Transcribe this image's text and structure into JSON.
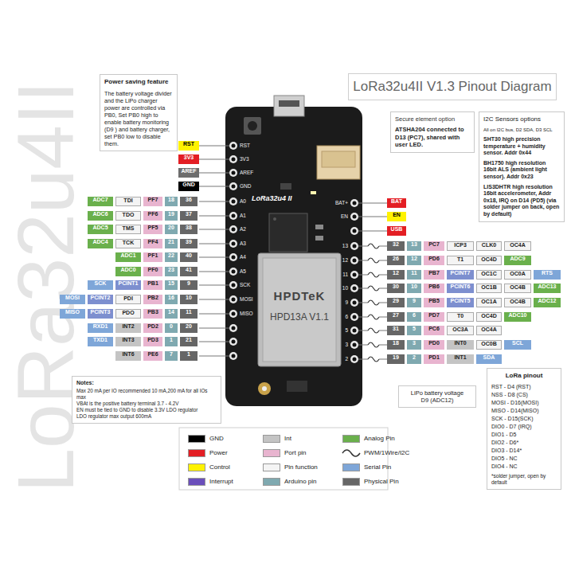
{
  "diagram": {
    "title": "LoRa32u4II V1.3 Pinout Diagram",
    "nodes": [
      {
        "text": [
          "Power saving feature",
          "The battery voltage divider and the LiPo charger power are controlled via PB0, Set PB0 high to enable battery monitoring (D9 ) and battery charger, set PB0 low to disable them."
        ]
      },
      {
        "text": [
          "Secure element option",
          "ATSHA204 connected to D13 (PC7), shared with user LED."
        ]
      },
      {
        "text": [
          "I2C Sensors options",
          "All on I2C bus, D2 SDA, D3 SCL",
          "SHT30 high precision temperature + humidity sensor. Addr 0x44",
          "BH1750 high resolution 16bit ALS (ambient light sensor). Addr 0x23",
          "LIS3DHTR high resolution 16bit accelerometer, Addr 0x18, IRQ on D14 (PD5) (via solder jumper on back, open by default)"
        ]
      },
      {
        "text": [
          "Notes:",
          "Max 20 mA per IO recommended 10 mA,200 mA for all IOs max",
          "VBAt is the positive battery terminal 3.7 - 4.2V",
          "EN must be tied to GND to disable 3.3V LDO regulator",
          "LDO regulator max output 600mA"
        ]
      },
      {
        "text": [
          "LiPo battery voltage",
          "D9 (ADC12)"
        ]
      },
      {
        "text": [
          "LoRa pinout",
          "RST - D4 (RST)",
          "NSS - D8 (CS)",
          "MOSI - D16(MOSI)",
          "MISO - D14(MISO)",
          "SCK - D15(SCK)",
          "DIO0 - D7 (IRQ)",
          "DIO1 - D5",
          "DIO2 - D6*",
          "DIO3 - D14*",
          "DIO5 - NC",
          "DIO4 - NC",
          "*solder jumper, open by default"
        ]
      }
    ],
    "labels": [
      "RST",
      "3V3",
      "AREF",
      "GND",
      "ADC7",
      "TDI",
      "PF7",
      "18",
      "36",
      "ADC6",
      "TDO",
      "PF6",
      "19",
      "37",
      "ADC5",
      "TMS",
      "PF5",
      "20",
      "38",
      "ADC4",
      "TCK",
      "PF4",
      "21",
      "39",
      "ADC1",
      "PF1",
      "22",
      "40",
      "ADC0",
      "PF0",
      "23",
      "41",
      "SCK",
      "PCINT1",
      "PB1",
      "15",
      "9",
      "MOSI",
      "PCINT2",
      "PDI",
      "PB2",
      "16",
      "10",
      "MISO",
      "PCINT3",
      "PDO",
      "PB3",
      "14",
      "11",
      "RXD1",
      "INT2",
      "PD2",
      "0",
      "20",
      "TXD1",
      "INT3",
      "PD3",
      "1",
      "21",
      "INT6",
      "PE6",
      "7",
      "1",
      "BAT",
      "EN",
      "USB",
      "32",
      "13",
      "PC7",
      "ICP3",
      "CLK0",
      "OC4A",
      "26",
      "12",
      "PD6",
      "T1",
      "OC4D",
      "ADC9",
      "12",
      "11",
      "PB7",
      "PCINT7",
      "OC1C",
      "OC0A",
      "RTS",
      "30",
      "10",
      "PB6",
      "PCINT6",
      "OC1B",
      "OC4B",
      "ADC13",
      "29",
      "9",
      "PB5",
      "PCINT5",
      "OC1A",
      "OC4B",
      "ADC12",
      "27",
      "6",
      "PD7",
      "T0",
      "OC4D",
      "ADC10",
      "31",
      "5",
      "PC6",
      "OC3A",
      "OC4A",
      "18",
      "3",
      "PD0",
      "INT0",
      "OC0B",
      "SCL",
      "19",
      "2",
      "PD1",
      "INT1",
      "SDA",
      "RST",
      "3V3",
      "AREF",
      "GND",
      "A0",
      "A1",
      "A2",
      "A3",
      "A4",
      "A5",
      "SCK",
      "MOSI",
      "MISO",
      "BAT+",
      "EN",
      "13",
      "12",
      "11",
      "10",
      "9",
      "6",
      "5",
      "3",
      "2",
      "LoRa32u4 II",
      "HPDTeK",
      "HPD13A V1.1",
      "LoRa32u4II"
    ],
    "legend": [
      {
        "text": "GND",
        "color": "#000000"
      },
      {
        "text": "Power",
        "color": "#e31e24"
      },
      {
        "text": "Control",
        "color": "#fff200"
      },
      {
        "text": "Interrupt",
        "color": "#6b4fbb"
      },
      {
        "text": "Int",
        "color": "#c4c4c4"
      },
      {
        "text": "Port pin",
        "color": "#e8b4cf"
      },
      {
        "text": "Pin function",
        "color": "#f4f4f4"
      },
      {
        "text": "Arduino pin",
        "color": "#7fa9b0"
      },
      {
        "text": "Analog Pin",
        "color": "#6ab04c"
      },
      {
        "text": "PWM/1Wire/I2C"
      },
      {
        "text": "Serial Pin",
        "color": "#7ea6d8"
      },
      {
        "text": "Physical Pin",
        "color": "#666666"
      }
    ]
  }
}
